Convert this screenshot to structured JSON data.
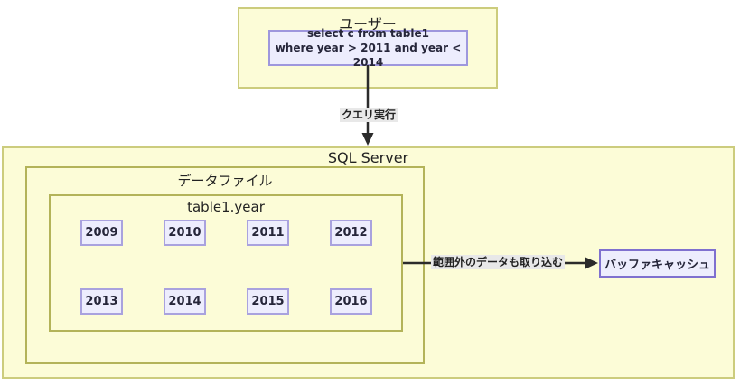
{
  "diagram": {
    "user_box": {
      "title": "ユーザー",
      "query_line1": "select c from table1",
      "query_line2": "where year > 2011 and year < 2014"
    },
    "query_arrow_label": "クエリ実行",
    "sql_server_box": {
      "title": "SQL Server"
    },
    "data_file_box": {
      "title": "データファイル"
    },
    "table_box": {
      "title": "table1.year"
    },
    "years": [
      "2009",
      "2010",
      "2011",
      "2012",
      "2013",
      "2014",
      "2015",
      "2016"
    ],
    "fetch_arrow_label": "範囲外のデータも取り込む",
    "buffer_cache_box": {
      "title": "バッファキャッシュ"
    },
    "colors": {
      "outer_box_fill": "#fcfcd7",
      "outer_box_border": "#cccc7d",
      "inner_box_border": "#b3b359",
      "node_fill": "#ededfd",
      "node_border": "#9e97dd",
      "buffer_node_border": "#7f70cf",
      "arrow": "#2b2b2b",
      "edge_label_bg": "#e8e8e8"
    }
  }
}
